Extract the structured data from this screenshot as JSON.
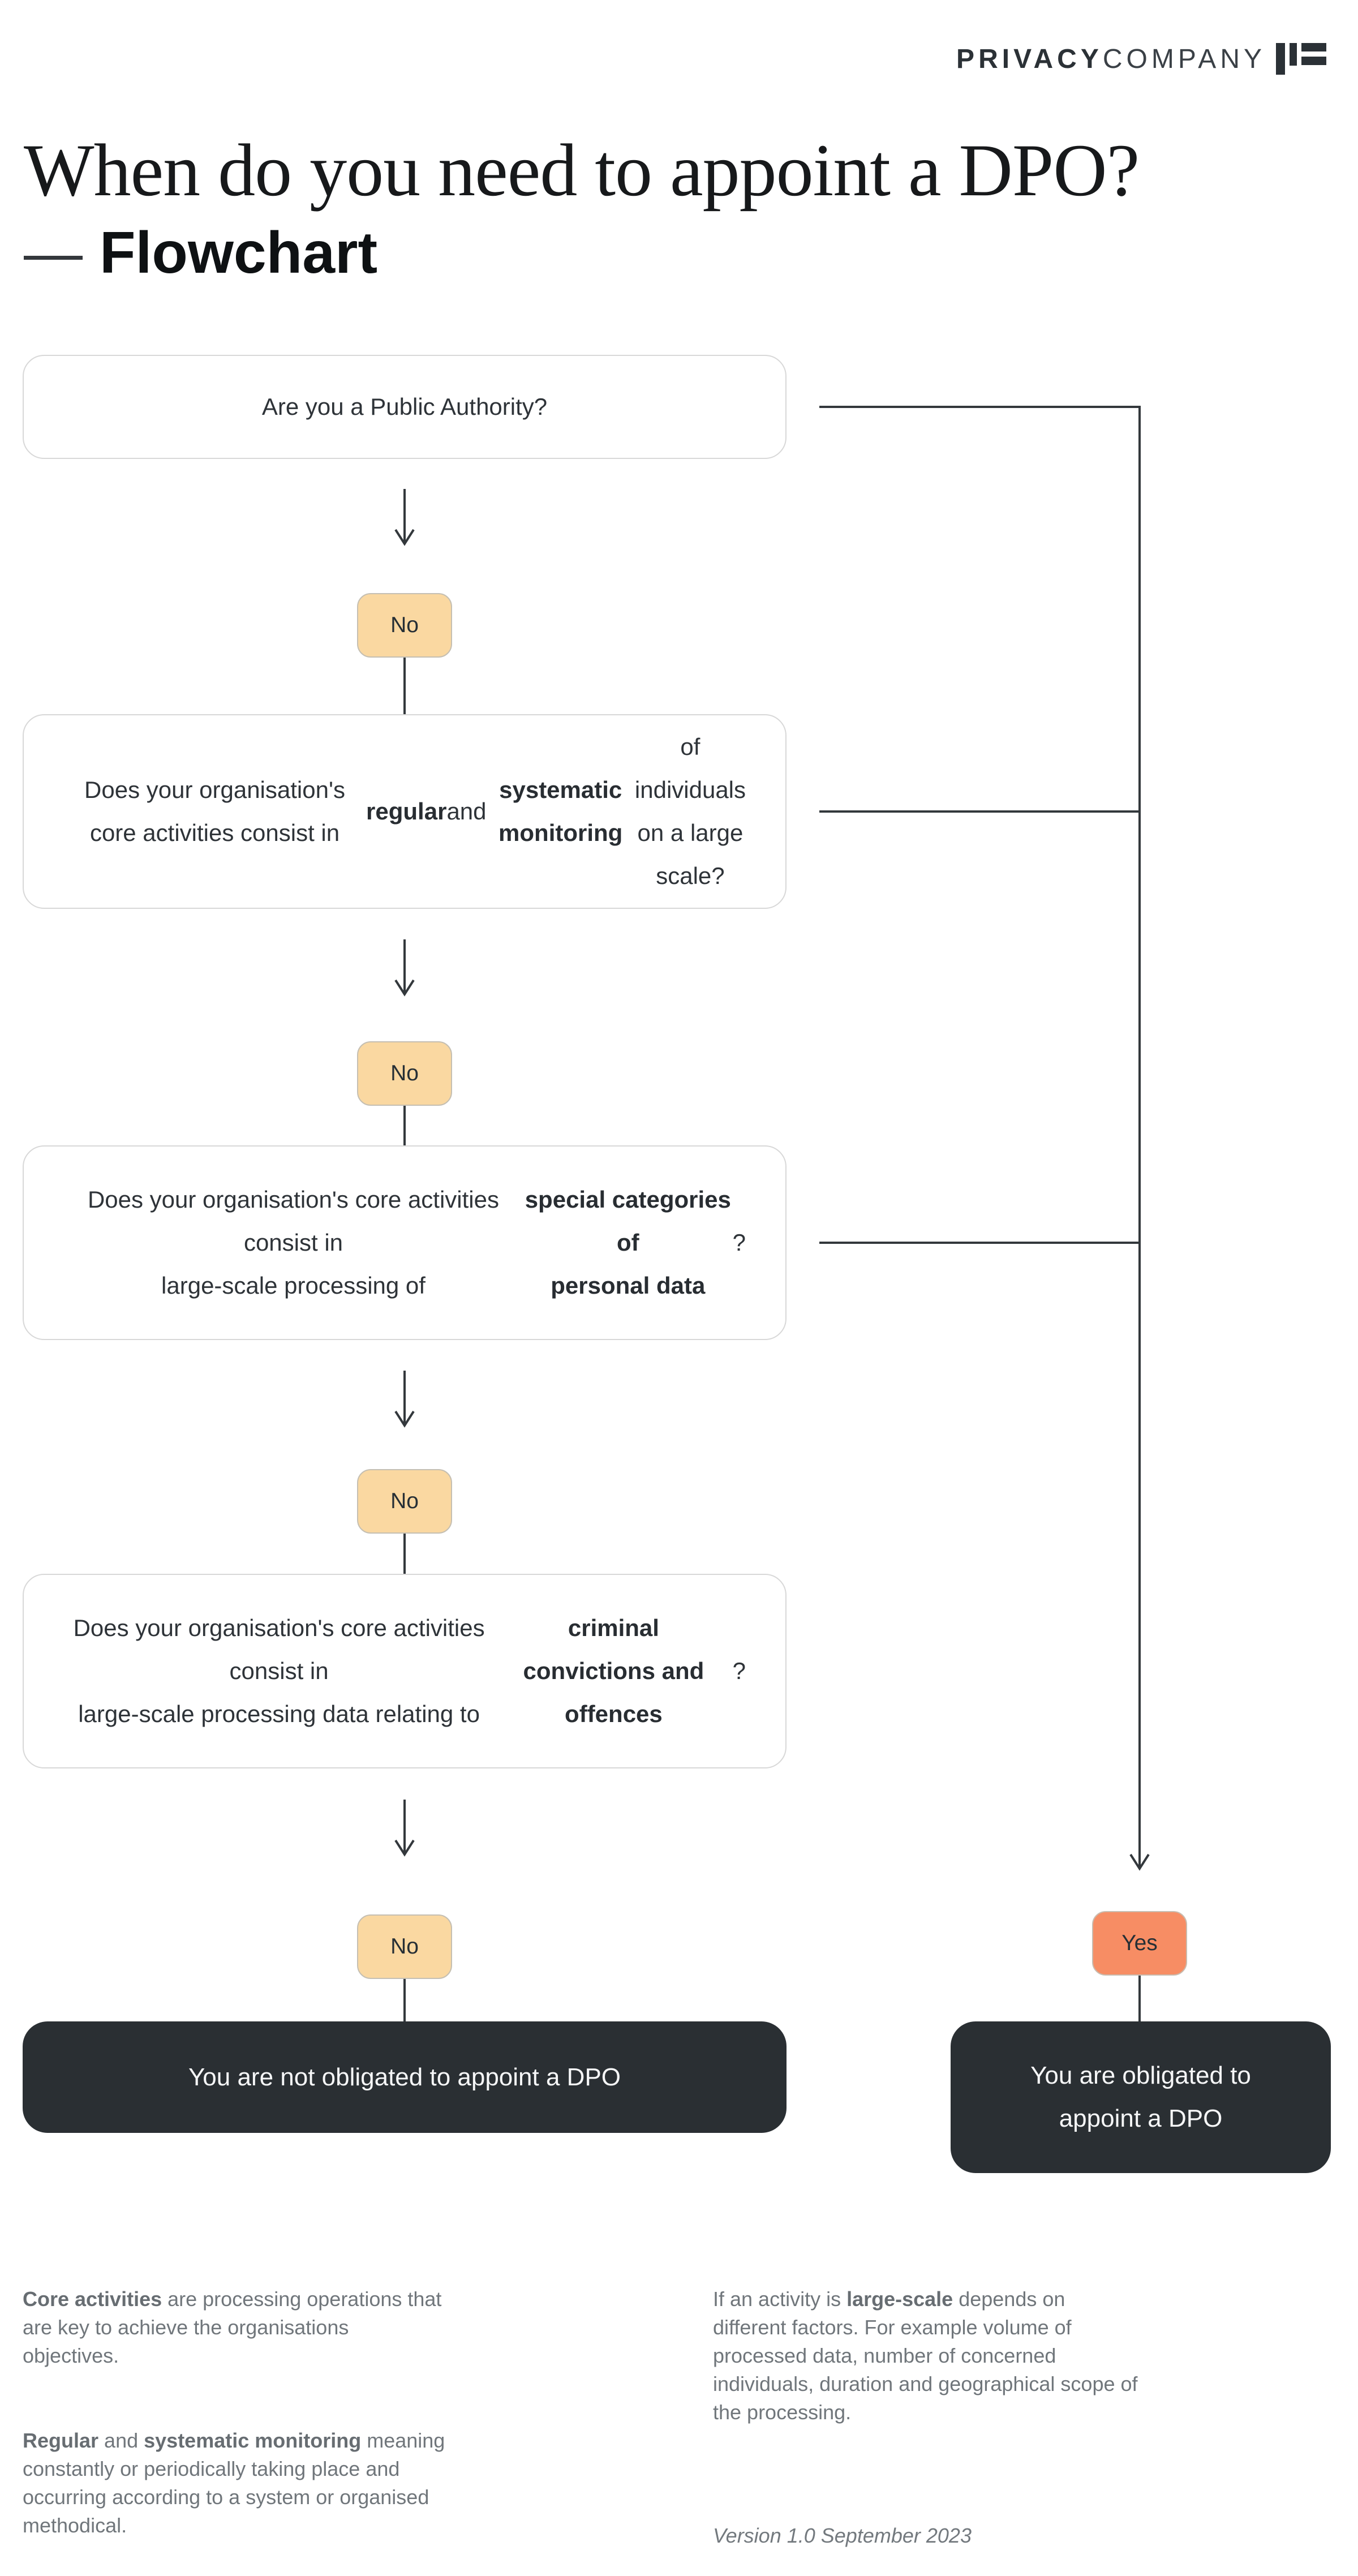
{
  "logo": {
    "part1": "PRIVACY",
    "part2": "COMPANY",
    "icon": "privacy-company-mark",
    "color": "#2B3136"
  },
  "title": {
    "line1": "When do you need to appoint a DPO?",
    "dash": "—",
    "line2": "Flowchart"
  },
  "flowchart": {
    "questions": [
      {
        "segments": [
          {
            "t": "Are you a Public Authority?",
            "b": false
          }
        ]
      },
      {
        "segments": [
          {
            "t": "Does your organisation's core activities consist in\n",
            "b": false
          },
          {
            "t": "regular",
            "b": true
          },
          {
            "t": " and ",
            "b": false
          },
          {
            "t": "systematic monitoring",
            "b": true
          },
          {
            "t": " of individuals\non a large scale?",
            "b": false
          }
        ]
      },
      {
        "segments": [
          {
            "t": "Does your organisation's core activities consist in\nlarge-scale processing of ",
            "b": false
          },
          {
            "t": "special categories of\npersonal data",
            "b": true
          },
          {
            "t": "?",
            "b": false
          }
        ]
      },
      {
        "segments": [
          {
            "t": "Does your organisation's core activities consist in\nlarge-scale processing data relating to ",
            "b": false
          },
          {
            "t": "criminal\nconvictions and offences",
            "b": true
          },
          {
            "t": "?",
            "b": false
          }
        ]
      }
    ],
    "no_badges": [
      {
        "label": "No"
      },
      {
        "label": "No"
      },
      {
        "label": "No"
      },
      {
        "label": "No"
      }
    ],
    "yes_badge": {
      "label": "Yes"
    },
    "outcome_negative": "You are not obligated to appoint a DPO",
    "outcome_positive": "You are obligated to\nappoint a DPO",
    "colors": {
      "no_fill": "#FAD8A1",
      "yes_fill": "#F78D64",
      "outcome_bg": "#2A2F33",
      "connector": "#33383C",
      "question_border": "#D8D8D8"
    }
  },
  "footnotes": {
    "left_para1": {
      "segments": [
        {
          "t": "Core activities",
          "b": true
        },
        {
          "t": " are processing operations that\nare key to achieve the organisations\nobjectives.",
          "b": false
        }
      ]
    },
    "left_para2": {
      "segments": [
        {
          "t": "Regular",
          "b": true
        },
        {
          "t": " and ",
          "b": false
        },
        {
          "t": "systematic monitoring",
          "b": true
        },
        {
          "t": " meaning\nconstantly or periodically taking place and\noccurring according to a system or organised\nmethodical.",
          "b": false
        }
      ]
    },
    "right_para": {
      "segments": [
        {
          "t": "If an activity is ",
          "b": false
        },
        {
          "t": "large-scale",
          "b": true
        },
        {
          "t": " depends on\ndifferent factors. For example volume of\nprocessed data, number of concerned\nindividuals, duration and geographical scope of\nthe processing.",
          "b": false
        }
      ]
    },
    "version": "Version 1.0 September 2023"
  }
}
